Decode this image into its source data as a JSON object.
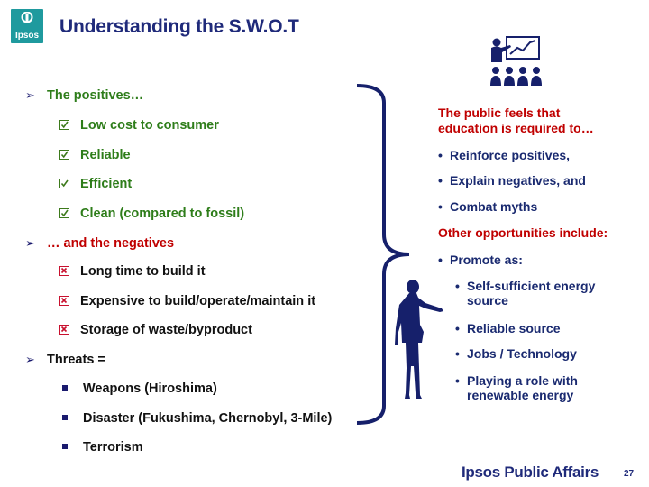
{
  "logo": {
    "text": "Ipsos"
  },
  "title": "Understanding the S.W.O.T",
  "left": {
    "positives_heading": "The positives…",
    "positives": [
      "Low cost to consumer",
      "Reliable",
      "Efficient",
      "Clean (compared to fossil)"
    ],
    "negatives_heading": "… and the negatives",
    "negatives": [
      "Long time to build it",
      "Expensive to build/operate/maintain it",
      "Storage of waste/byproduct"
    ],
    "threats_heading": "Threats =",
    "threats": [
      "Weapons (Hiroshima)",
      "Disaster (Fukushima, Chernobyl, 3-Mile)",
      "Terrorism"
    ]
  },
  "right": {
    "heading1_line1": "The public feels that",
    "heading1_line2": "education is required to…",
    "education_items": [
      "Reinforce positives,",
      "Explain negatives, and",
      "Combat myths"
    ],
    "heading2": "Other opportunities include:",
    "promote": "Promote as:",
    "promote_items": [
      {
        "line1": "Self-sufficient energy",
        "line2": "source"
      },
      {
        "line1": "Reliable source",
        "line2": ""
      },
      {
        "line1": "Jobs / Technology",
        "line2": ""
      },
      {
        "line1": "Playing a role with",
        "line2": "renewable energy"
      }
    ]
  },
  "icons": {
    "presentation": "presentation-audience-icon",
    "person": "woman-pointing-icon",
    "brace": "right-brace"
  },
  "colors": {
    "brand_teal": "#1f9a9e",
    "navy": "#1f2a7a",
    "green": "#2e7d1a",
    "red": "#c00000"
  },
  "footer": {
    "brand": "Ipsos Public Affairs",
    "page": "27"
  }
}
